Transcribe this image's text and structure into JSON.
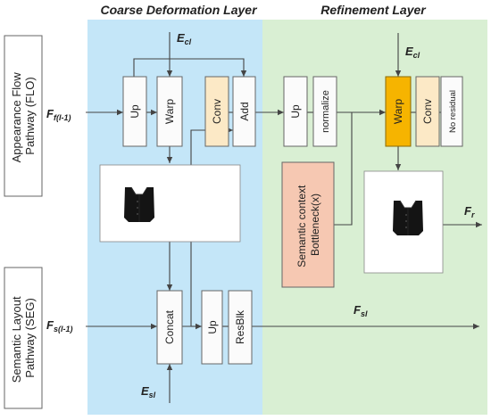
{
  "headers": {
    "coarse": "Coarse Deformation Layer",
    "refine": "Refinement Layer"
  },
  "pathways": {
    "flo": [
      "Appearance Flow",
      "Pathway (FLO)"
    ],
    "seg": [
      "Semantic Layout",
      "Pathway (SEG)"
    ]
  },
  "signals": {
    "ff": {
      "main": "F",
      "sub": "f(l-1)"
    },
    "fs": {
      "main": "F",
      "sub": "s(l-1)"
    },
    "ecl_left": {
      "main": "E",
      "sub": "cl"
    },
    "ecl_right": {
      "main": "E",
      "sub": "cl"
    },
    "esl": {
      "main": "E",
      "sub": "sl"
    },
    "fsl": {
      "main": "F",
      "sub": "sl"
    },
    "fr": {
      "main": "F",
      "sub": "r"
    }
  },
  "blocks": {
    "up1": "Up",
    "warp1": "Warp",
    "conv1": "Conv",
    "add": "Add",
    "up2": "Up",
    "normalize": "normalize",
    "warp2": "Warp",
    "conv2": "Conv",
    "noresidual": "No residual",
    "concat": "Concat",
    "up3": "Up",
    "resblk": "ResBlk",
    "semantic": [
      "Semantic context",
      "Bottleneck(x)"
    ]
  },
  "colors": {
    "coarse_bg": "#c4e6f8",
    "refine_bg": "#d9efd3",
    "block": "#fbfbfb",
    "conv": "#fce9c6",
    "warp_highlight": "#f6b400",
    "semantic": "#f6c8b2",
    "garment": "#141414"
  }
}
